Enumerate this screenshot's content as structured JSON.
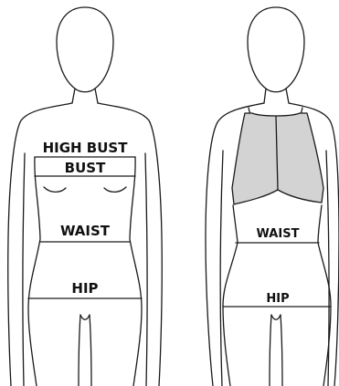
{
  "labels": {
    "left": {
      "high_bust": "HIGH BUST",
      "bust": "BUST",
      "waist": "WAIST",
      "hip": "HIP"
    },
    "right": {
      "waist": "WAIST",
      "hip": "HIP"
    }
  },
  "colors": {
    "outline": "#1a1a1a",
    "top_fill": "#d3d3d3",
    "background": "#ffffff"
  }
}
